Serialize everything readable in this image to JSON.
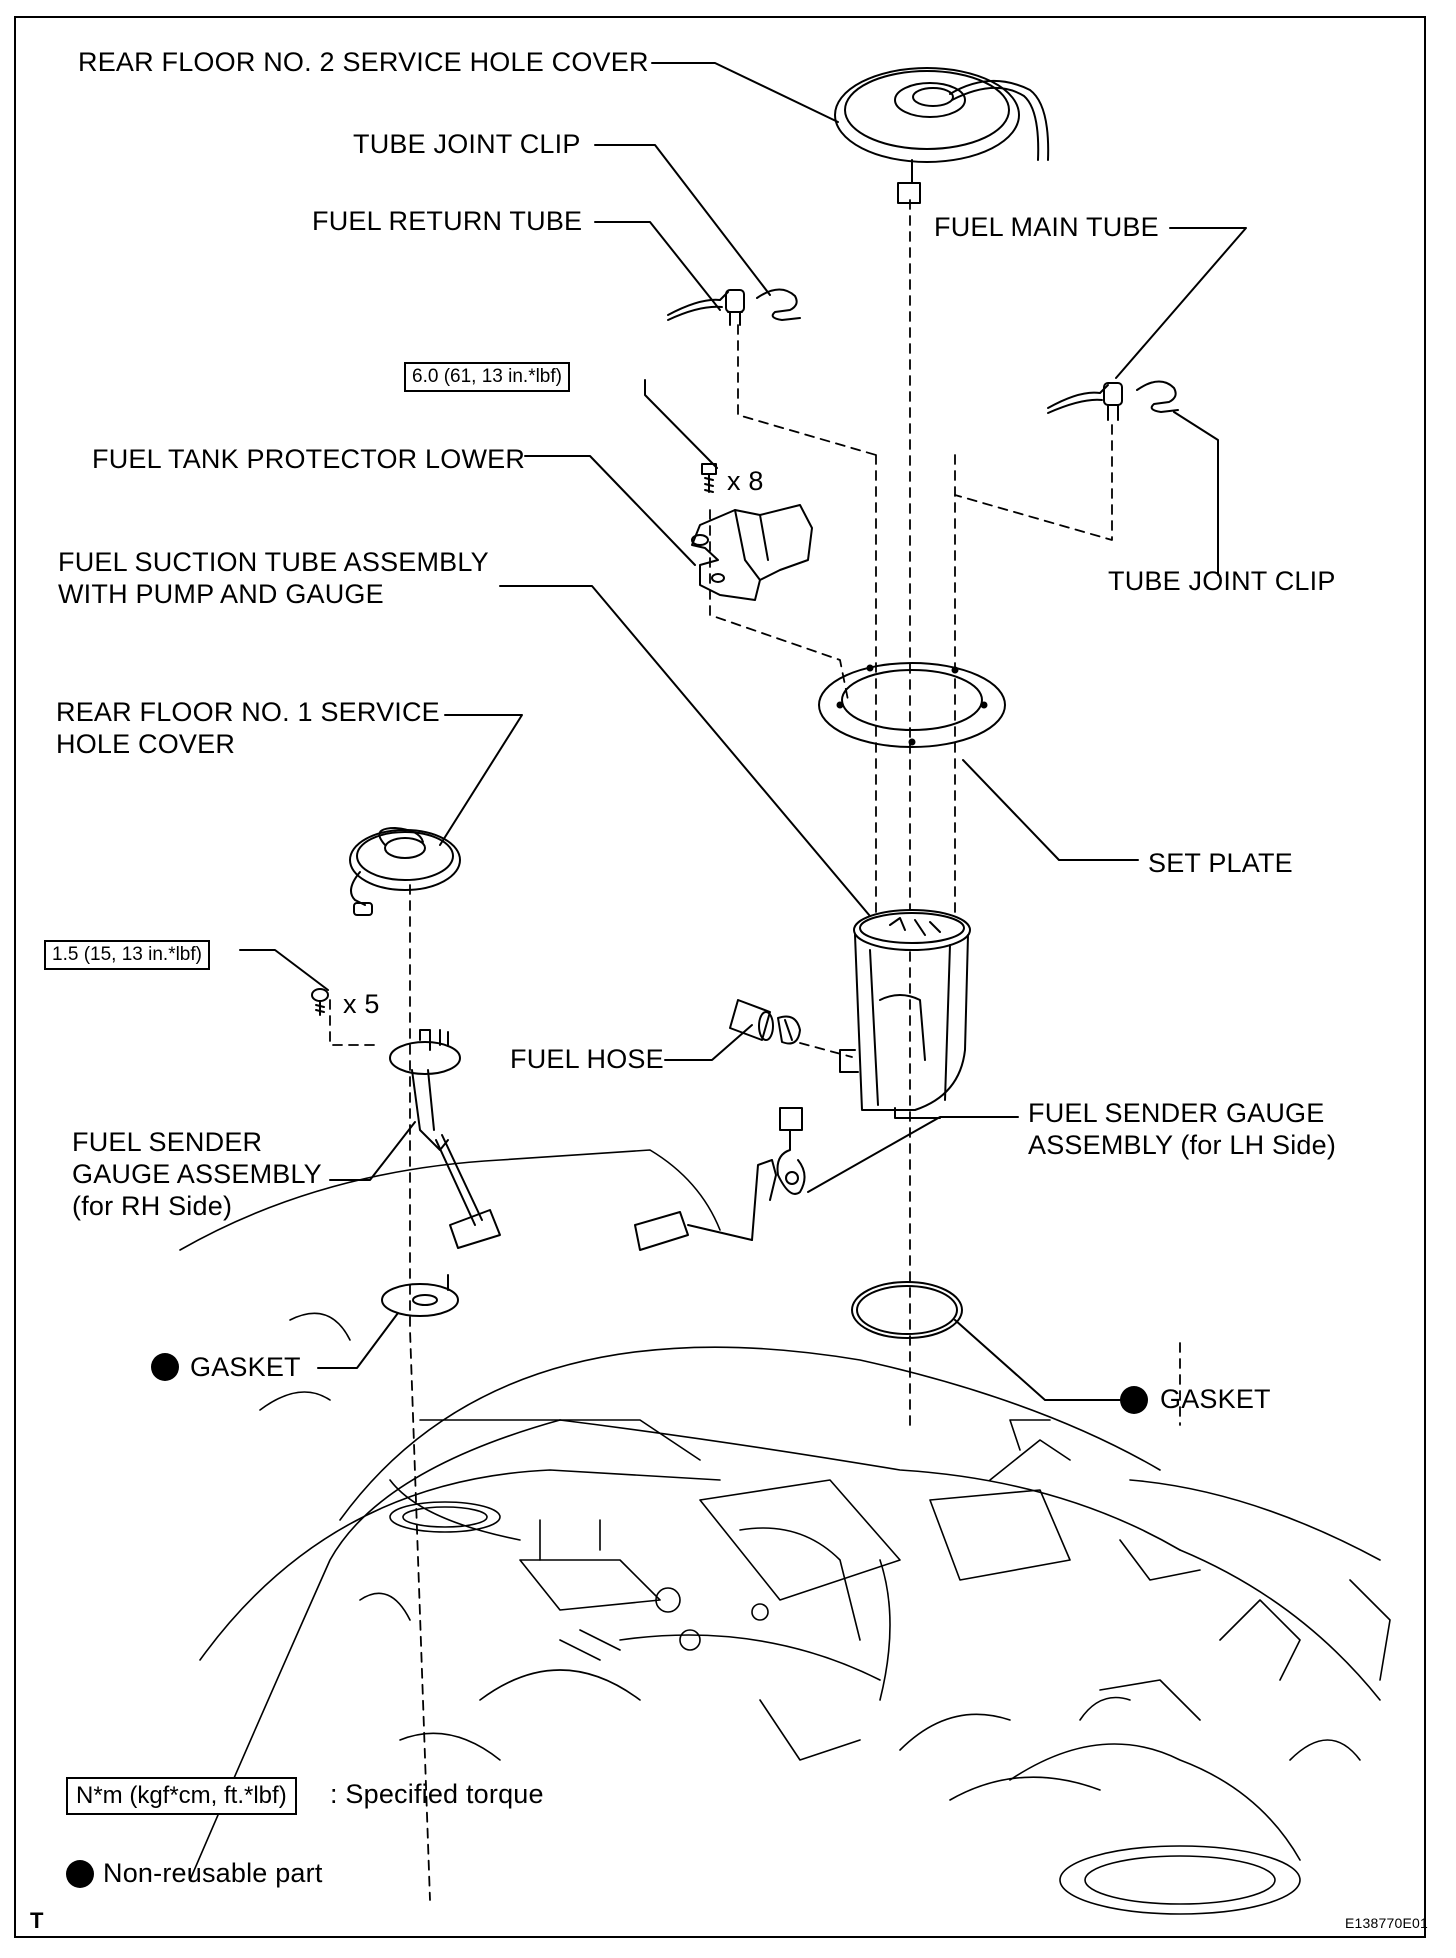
{
  "labels": {
    "rear_floor_no2": "REAR FLOOR NO. 2 SERVICE HOLE COVER",
    "tube_joint_clip_top": "TUBE JOINT CLIP",
    "fuel_return_tube": "FUEL RETURN TUBE",
    "fuel_main_tube": "FUEL MAIN TUBE",
    "fuel_tank_protector_lower": "FUEL TANK PROTECTOR LOWER",
    "tube_joint_clip_right": "TUBE JOINT CLIP",
    "suction_tube_line1": "FUEL SUCTION TUBE ASSEMBLY",
    "suction_tube_line2": "WITH PUMP AND GAUGE",
    "rear_floor_no1_line1": "REAR FLOOR NO. 1 SERVICE",
    "rear_floor_no1_line2": "HOLE COVER",
    "set_plate": "SET PLATE",
    "fuel_hose": "FUEL HOSE",
    "sender_lh_line1": "FUEL SENDER GAUGE",
    "sender_lh_line2": "ASSEMBLY (for LH Side)",
    "sender_rh_line1": "FUEL SENDER",
    "sender_rh_line2": "GAUGE ASSEMBLY",
    "sender_rh_line3": "(for RH Side)",
    "gasket_left": "GASKET",
    "gasket_right": "GASKET"
  },
  "torques": {
    "protector_bolts": "6.0 (61, 13 in.*lbf)",
    "protector_qty": "x 8",
    "sender_screws": "1.5 (15, 13 in.*lbf)",
    "sender_qty": "x 5"
  },
  "legend": {
    "torque_units": "N*m (kgf*cm, ft.*lbf)",
    "torque_text": ": Specified torque",
    "nonreusable_text": "Non-reusable part"
  },
  "footer": {
    "corner_mark": "T",
    "figure_code": "E138770E01"
  }
}
